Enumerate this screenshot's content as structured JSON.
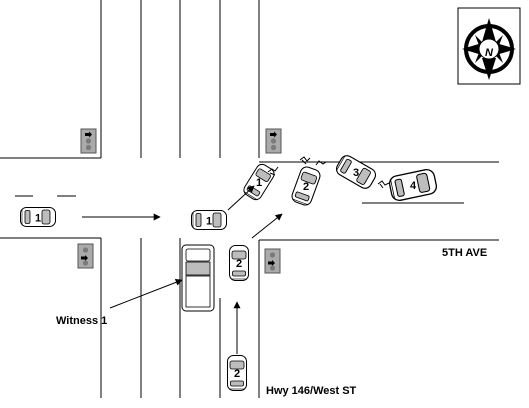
{
  "streets": {
    "avenue": "5TH AVE",
    "highway": "Hwy 146/West ST"
  },
  "witness_label": "Witness 1",
  "compass_letter": "N",
  "vehicles": {
    "v1_start": "1",
    "v1_stop": "1",
    "v1_impact": "1",
    "v2_start": "2",
    "v2_stop": "2",
    "v2_impact": "2",
    "v3": "3",
    "v4": "4"
  },
  "colors": {
    "line": "#000000",
    "signal_housing": "#aaaaaa",
    "signal_off": "#7a7a7a",
    "signal_on": "#000000",
    "car_body": "#ffffff",
    "car_glass": "#bdbdbd"
  }
}
